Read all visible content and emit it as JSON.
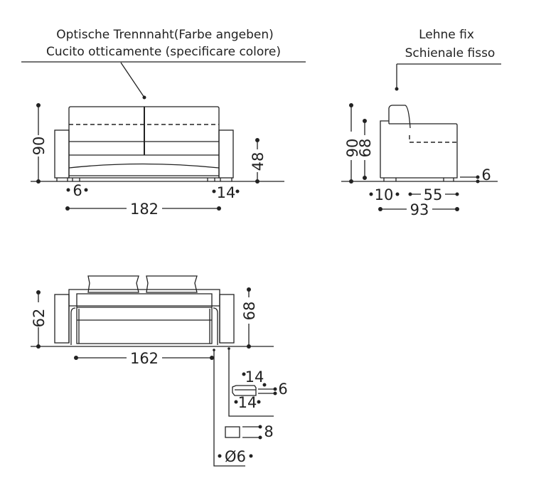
{
  "labels": {
    "seam_de": "Optische Trennnaht(Farbe angeben)",
    "seam_it": "Cucito otticamente (specificare colore)",
    "back_de": "Lehne fix",
    "back_it": "Schienale fisso"
  },
  "front_view": {
    "height": "90",
    "seat_height": "48",
    "foot_side": "6",
    "foot_width": "14",
    "width": "182"
  },
  "side_view": {
    "height": "90",
    "arm_height": "68",
    "clearance": "6",
    "back_depth": "10",
    "seat_depth": "55",
    "depth": "93"
  },
  "bed_view": {
    "height": "62",
    "bed_height": "68",
    "bed_width": "162",
    "foot_w1": "14",
    "foot_w2": "14",
    "foot_h": "6",
    "leg_h": "8",
    "leg_diameter": "Ø6"
  }
}
